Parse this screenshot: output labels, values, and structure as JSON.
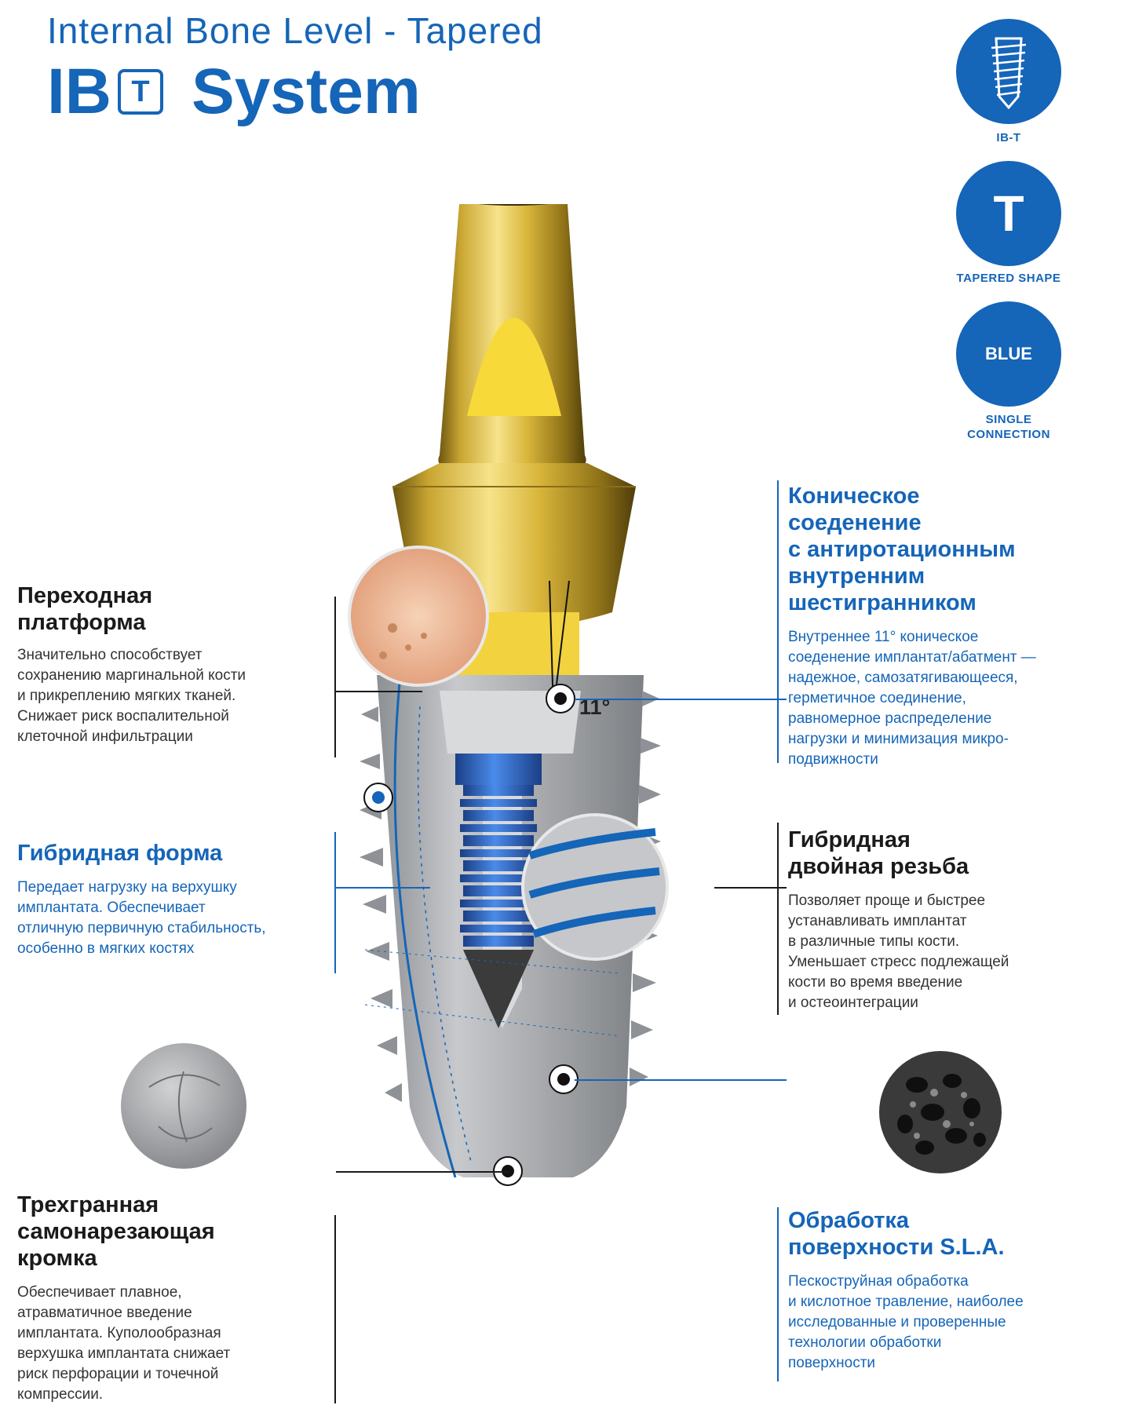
{
  "header": {
    "subtitle": "Internal Bone Level - Tapered",
    "brand_prefix": "IB",
    "brand_box_letter": "T",
    "brand_suffix": "System"
  },
  "badges": [
    {
      "icon": "implant-icon",
      "caption": "IB-T"
    },
    {
      "letter": "T",
      "caption": "TAPERED SHAPE"
    },
    {
      "letter": "BLUE",
      "caption_line1": "SINGLE",
      "caption_line2": "CONNECTION"
    }
  ],
  "features": {
    "transition_platform": {
      "title_line1": "Переходная",
      "title_line2": "платформа",
      "desc": [
        "Значительно способствует",
        "сохранению маргинальной кости",
        "и прикреплению мягких тканей.",
        "Снижает риск воспалительной",
        "клеточной инфильтрации"
      ]
    },
    "hybrid_form": {
      "title": "Гибридная форма",
      "desc": [
        "Передает нагрузку на верхушку",
        "имплантата. Обеспечивает",
        "отличную первичную стабильность,",
        "особенно в мягких костях"
      ]
    },
    "cutting_edge": {
      "title_line1": "Трехгранная",
      "title_line2": "самонарезающая",
      "title_line3": "кромка",
      "desc": [
        "Обеспечивает плавное,",
        "атравматичное введение",
        "имплантата. Куполообразная",
        "верхушка имплантата снижает",
        "риск перфорации и точечной",
        "компрессии."
      ]
    },
    "conical_connection": {
      "title_line1": "Коническое",
      "title_line2": "соеденение",
      "title_line3": "с антиротационным",
      "title_line4": "внутренним",
      "title_line5": "шестигранником",
      "desc": [
        "Внутреннее 11° коническое",
        "соеденение имплантат/абатмент —",
        "надежное, самозатягивающееся,",
        "герметичное соединение,",
        "равномерное распределение",
        "нагрузки и минимизация микро-",
        "подвижности"
      ]
    },
    "hybrid_thread": {
      "title_line1": "Гибридная",
      "title_line2": "двойная резьба",
      "desc": [
        "Позволяет проще и быстрее",
        "устанавливать имплантат",
        "в различные типы кости.",
        "Уменьшает стресс подлежащей",
        "кости во время введение",
        "и остеоинтеграции"
      ]
    },
    "sla_surface": {
      "title_line1": "Обработка",
      "title_line2": "поверхности S.L.A.",
      "desc": [
        "Пескоструйная обработка",
        "и кислотное травление, наиболее",
        "исследованные и проверенные",
        "технологии обработки",
        "поверхности"
      ]
    }
  },
  "diagram": {
    "angle_label": "11°"
  },
  "colors": {
    "brand_blue": "#1565b8",
    "gold": "#d4b02a",
    "titanium": "#a5a8ab",
    "screw_blue": "#2f6fd1"
  }
}
